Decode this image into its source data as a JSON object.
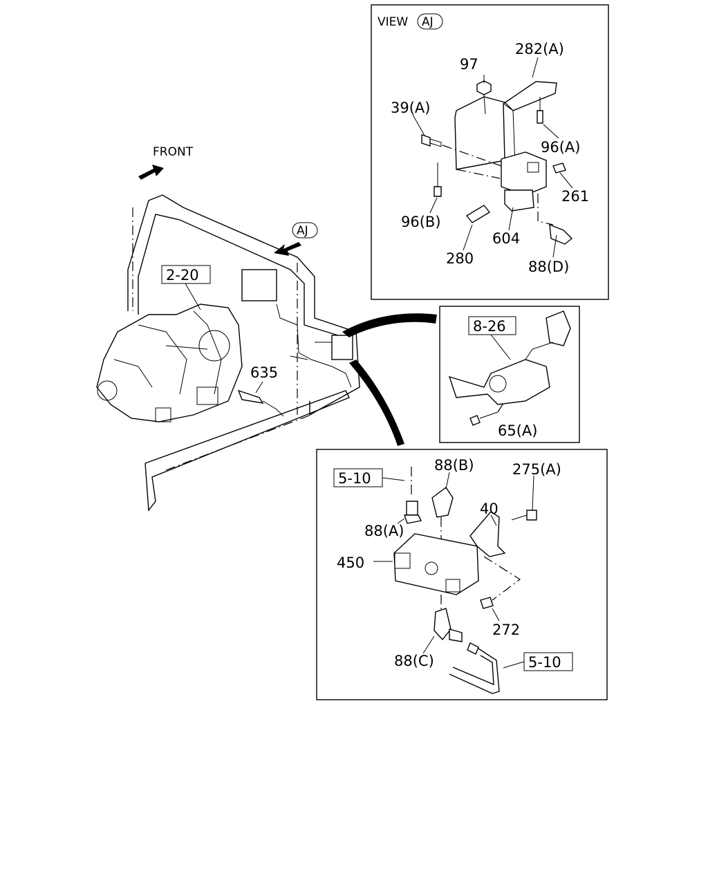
{
  "view": {
    "word": "VIEW",
    "tag": "AJ"
  },
  "main": {
    "front": "FRONT",
    "aj_callout": "AJ"
  },
  "labels": {
    "l97": "97",
    "l282a": "282(A)",
    "l39a": "39(A)",
    "l96a": "96(A)",
    "l261": "261",
    "l96b": "96(B)",
    "l604": "604",
    "l280": "280",
    "l88d": "88(D)",
    "l635": "635",
    "l65a": "65(A)",
    "l88b": "88(B)",
    "l275a": "275(A)",
    "l40": "40",
    "l88a": "88(A)",
    "l450": "450",
    "l272": "272",
    "l88c": "88(C)"
  },
  "refs": {
    "r220": "2-20",
    "r826": "8-26",
    "r510a": "5-10",
    "r510b": "5-10"
  }
}
